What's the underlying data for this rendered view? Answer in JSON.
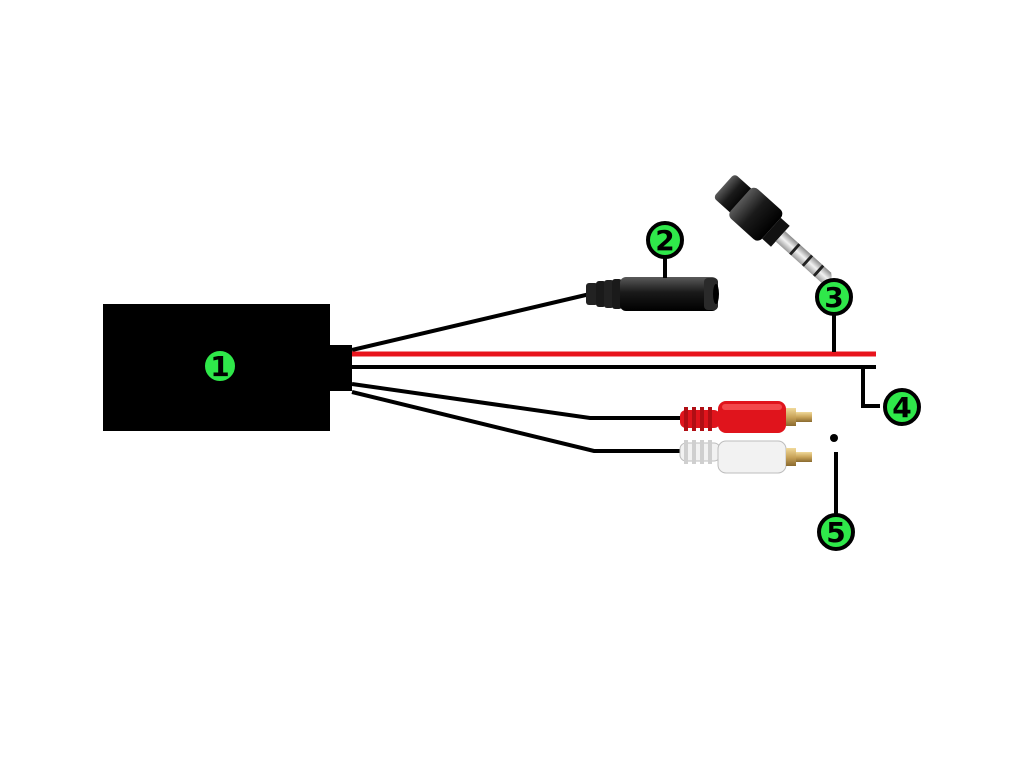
{
  "callouts": [
    {
      "number": "1",
      "part": "module-box"
    },
    {
      "number": "2",
      "part": "aux-female-jack"
    },
    {
      "number": "3",
      "part": "red-wire"
    },
    {
      "number": "4",
      "part": "black-wire"
    },
    {
      "number": "5",
      "part": "rca-plugs"
    }
  ],
  "colors": {
    "callout_fill": "#2fe84a",
    "outline": "#000000",
    "red_wire": "#e8141c",
    "rca_red": "#e0141c",
    "rca_white": "#f2f2f2",
    "gold_tip": "#c9a45a",
    "background": "#ffffff"
  }
}
